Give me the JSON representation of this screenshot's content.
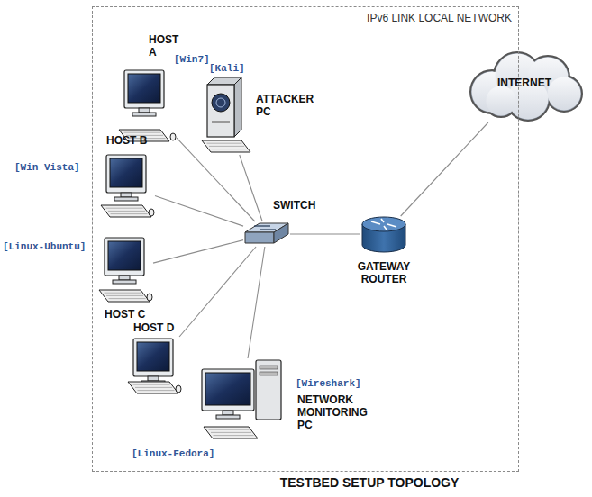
{
  "diagram": {
    "caption": "TESTBED SETUP TOPOLOGY",
    "nodes": [
      {
        "text": [
          "IPv6 LINK LOCAL NETWORK"
        ]
      },
      {
        "text": [
          "HOST A",
          "[Win7]"
        ],
        "in": 0
      },
      {
        "text": [
          "[Kali]",
          "ATTACKER PC"
        ],
        "in": 0
      },
      {
        "text": [
          "HOST B",
          "[Win Vista]"
        ],
        "in": 0
      },
      {
        "text": [
          "[Linux-Ubuntu]",
          "HOST C"
        ],
        "in": 0
      },
      {
        "text": [
          "SWITCH"
        ],
        "in": 0
      },
      {
        "text": [
          "HOST D",
          "[Linux-Fedora]"
        ],
        "in": 0
      },
      {
        "text": [
          "[Wireshark]",
          "NETWORK MONITORING PC"
        ],
        "in": 0
      },
      {
        "text": [
          "GATEWAY ROUTER"
        ]
      },
      {
        "text": [
          "INTERNET"
        ]
      }
    ],
    "edges": [
      {
        "from": 1,
        "to": 5,
        "arrow": "none"
      },
      {
        "from": 2,
        "to": 5,
        "arrow": "none"
      },
      {
        "from": 3,
        "to": 5,
        "arrow": "none"
      },
      {
        "from": 4,
        "to": 5,
        "arrow": "none"
      },
      {
        "from": 6,
        "to": 5,
        "arrow": "none"
      },
      {
        "from": 7,
        "to": 5,
        "arrow": "none"
      },
      {
        "from": 5,
        "to": 8,
        "arrow": "none"
      },
      {
        "from": 8,
        "to": 9,
        "arrow": "none"
      }
    ]
  }
}
